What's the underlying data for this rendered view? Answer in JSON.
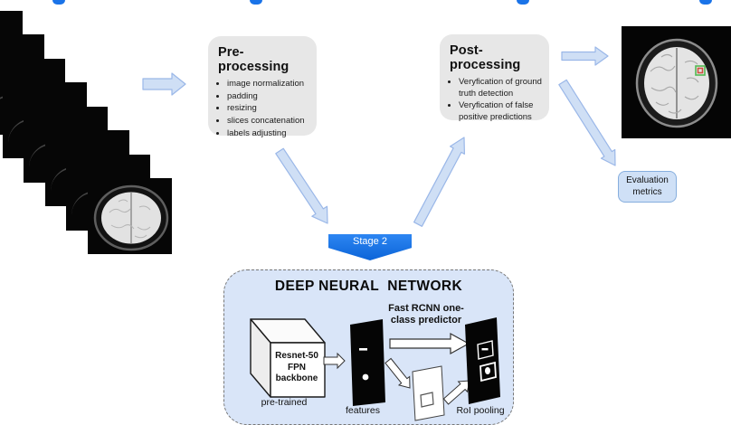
{
  "colors": {
    "accent_blue": "#1a73e8",
    "stage_banner_blue": "#0f6be0",
    "process_box_gray": "#e7e7e7",
    "dnn_box_fill": "#d9e5f8",
    "flow_arrow_fill": "#cfdff5",
    "flow_arrow_stroke": "#9ab7e8",
    "detection_outer_green": "#53b953",
    "detection_inner_red": "#cf5040"
  },
  "icons": {
    "connector_dot": "blue-dot",
    "flow_arrow": "light-blue-block-arrow",
    "step_arrow": "white-outline-block-arrow"
  },
  "preprocessing": {
    "title": "Pre-processing",
    "items": [
      "image normalization",
      "padding",
      "resizing",
      "slices concatenation",
      "labels adjusting"
    ]
  },
  "postprocessing": {
    "title": "Post-processing",
    "items": [
      "Veryfication of ground truth detection",
      "Veryfication of false positive predictions"
    ]
  },
  "stage2": {
    "label": "Stage 2"
  },
  "dnn": {
    "title": "DEEP NEURAL  NETWORK",
    "backbone_label": "Resnet-50\nFPN\nbackbone",
    "backbone_caption": "pre-trained",
    "predictor_label": "Fast RCNN one-\nclass predictor",
    "features_caption": "features",
    "roi_caption": "RoI pooling"
  },
  "evaluation": {
    "label": "Evaluation\nmetrics"
  }
}
